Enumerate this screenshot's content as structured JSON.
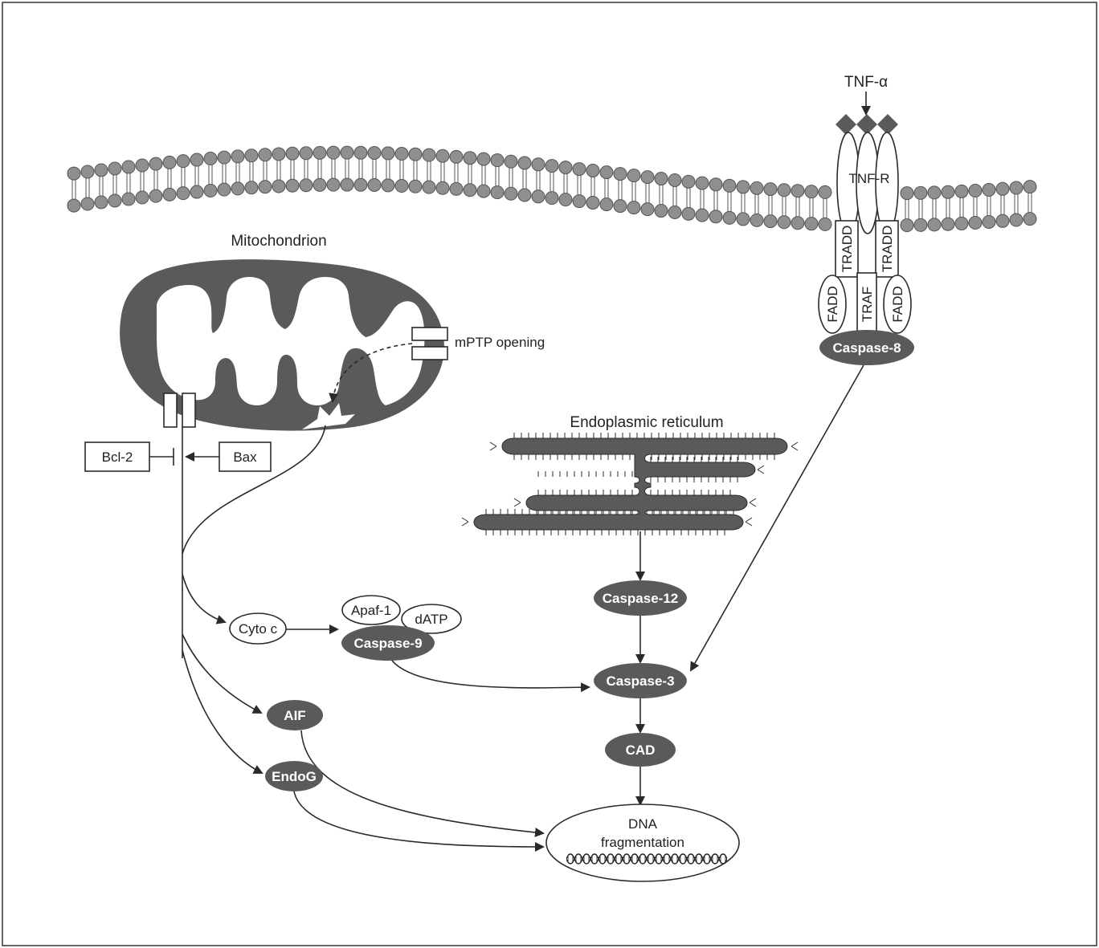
{
  "colors": {
    "dark": "#5a5a5a",
    "membrane_head": "#8f8f8f",
    "line": "#2a2a2a"
  },
  "labels": {
    "tnf_alpha": "TNF-α",
    "tnf_r": "TNF-R",
    "tradd_left": "TRADD",
    "tradd_right": "TRADD",
    "traf": "TRAF",
    "fadd_left": "FADD",
    "fadd_right": "FADD",
    "caspase8": "Caspase-8",
    "mitochondrion": "Mitochondrion",
    "mptp": "mPTP opening",
    "bcl2": "Bcl-2",
    "bax": "Bax",
    "er": "Endoplasmic reticulum",
    "caspase12": "Caspase-12",
    "caspase3": "Caspase-3",
    "cad": "CAD",
    "cyto_c": "Cyto c",
    "apaf1": "Apaf-1",
    "datp": "dATP",
    "caspase9": "Caspase-9",
    "aif": "AIF",
    "endog": "EndoG",
    "dna_line1": "DNA",
    "dna_line2": "fragmentation"
  }
}
